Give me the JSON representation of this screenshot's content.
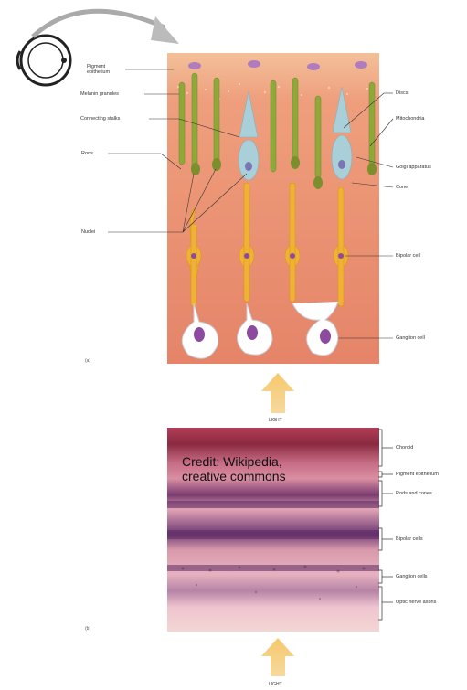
{
  "top_diagram": {
    "labels_left": [
      "Pigment\nepithelium",
      "Melanin granules",
      "Connecting stalks",
      "Rods",
      "Nuclei"
    ],
    "labels_right": [
      "Discs",
      "Mitochondria",
      "Golgi apparatus",
      "Cone",
      "Bipolar cell",
      "Ganglion cell"
    ],
    "panel_tag": "(a)",
    "light_label": "LIGHT"
  },
  "bottom_histology": {
    "labels_right": [
      "Choroid",
      "Pigment epithelium",
      "Rods and cones",
      "Bipolar cells",
      "Ganglion cells",
      "Optic nerve axons"
    ],
    "panel_tag": "(b)",
    "light_label": "LIGHT"
  },
  "credit": {
    "line1": "Credit: Wikipedia,",
    "line2": "creative commons"
  },
  "colors": {
    "tissue_background": "#e9886a",
    "pigment_layer": "#f2c09a",
    "rod_green": "#8fa83a",
    "cone_blue": "#a9cfd9",
    "bipolar_yellow": "#f0b234",
    "ganglion_white": "#ffffff",
    "nucleus_purple": "#8c4b9f",
    "light_arrow": "#f2c45a"
  }
}
